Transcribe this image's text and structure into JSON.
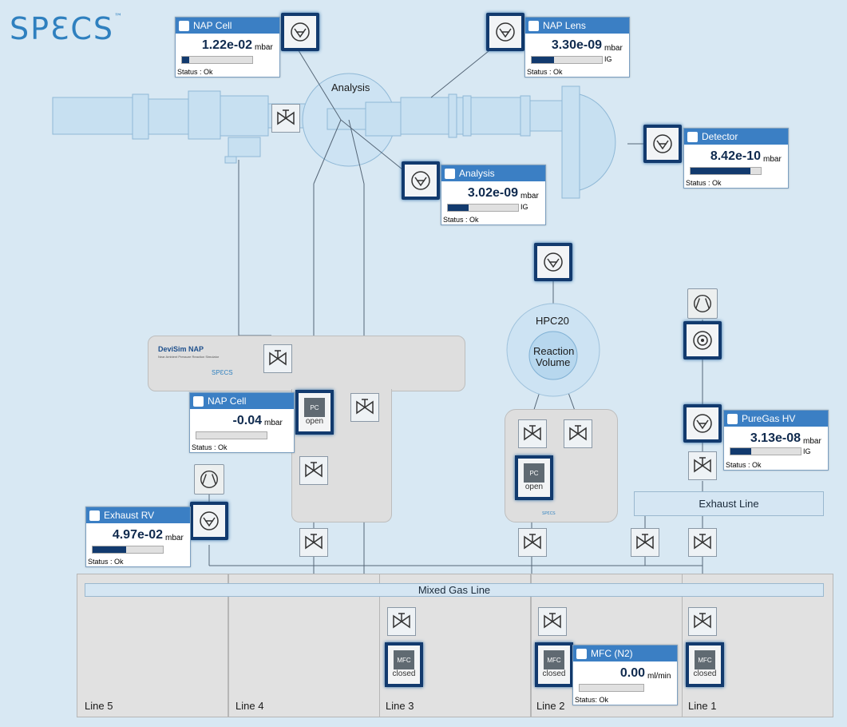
{
  "brand": {
    "logo": "SPƐCS",
    "tm": "™"
  },
  "chamber": {
    "analysis_label": "Analysis",
    "hpc_label": "HPC20",
    "reaction_label_1": "Reaction",
    "reaction_label_2": "Volume"
  },
  "devisim": {
    "title": "DeviSim NAP",
    "subtitle": "Near Ambient Pressure Reaction Simulator",
    "brand": "SPƐCS"
  },
  "gauges": {
    "nap_cell_top": {
      "title": "NAP Cell",
      "value": "1.22e-02",
      "unit": "mbar",
      "sub": "",
      "fill": 0.1,
      "status": "Status : Ok"
    },
    "nap_lens": {
      "title": "NAP Lens",
      "value": "3.30e-09",
      "unit": "mbar",
      "sub": "IG",
      "fill": 0.32,
      "status": "Status : Ok"
    },
    "analysis": {
      "title": "Analysis",
      "value": "3.02e-09",
      "unit": "mbar",
      "sub": "IG",
      "fill": 0.3,
      "status": "Status : Ok"
    },
    "detector": {
      "title": "Detector",
      "value": "8.42e-10",
      "unit": "mbar",
      "sub": "",
      "fill": 0.85,
      "status": "Status : Ok"
    },
    "nap_cell_mid": {
      "title": "NAP Cell",
      "value": "-0.04",
      "unit": "mbar",
      "sub": "",
      "fill": 0.0,
      "status": "Status : Ok"
    },
    "pure_gas_hv": {
      "title": "PureGas HV",
      "value": "3.13e-08",
      "unit": "mbar",
      "sub": "IG",
      "fill": 0.3,
      "status": "Status : Ok"
    },
    "exhaust_rv": {
      "title": "Exhaust RV",
      "value": "4.97e-02",
      "unit": "mbar",
      "sub": "",
      "fill": 0.48,
      "status": "Status : Ok"
    },
    "mfc_n2": {
      "title": "MFC (N2)",
      "value": "0.00",
      "unit": "ml/min",
      "sub": "",
      "fill": 0.0,
      "status": "Status: Ok"
    }
  },
  "controllers": {
    "pc_nap": {
      "tag": "PC",
      "state": "open"
    },
    "pc_hpc": {
      "tag": "PC",
      "state": "open"
    },
    "mfc_3": {
      "tag": "MFC",
      "state": "closed"
    },
    "mfc_2": {
      "tag": "MFC",
      "state": "closed"
    },
    "mfc_1": {
      "tag": "MFC",
      "state": "closed"
    }
  },
  "buses": {
    "exhaust": "Exhaust Line",
    "mixed": "Mixed Gas Line"
  },
  "lines": [
    "Line 5",
    "Line 4",
    "Line 3",
    "Line 2",
    "Line 1"
  ],
  "icons": {
    "gauge": "gauge-icon",
    "pump": "pump-icon",
    "turbo": "turbo-pump-icon",
    "valve": "valve-icon"
  }
}
